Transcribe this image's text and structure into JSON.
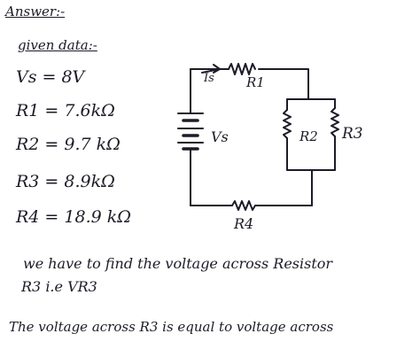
{
  "header": {
    "title": "Answer:-",
    "subtitle": "given data:-"
  },
  "given_data": [
    {
      "id": "vs",
      "text": "Vs = 8V"
    },
    {
      "id": "r1",
      "text": "R1 = 7.6kΩ"
    },
    {
      "id": "r2",
      "text": "R2 = 9.7 kΩ"
    },
    {
      "id": "r3",
      "text": "R3 = 8.9kΩ"
    },
    {
      "id": "r4",
      "text": "R4 = 18.9 kΩ"
    }
  ],
  "circuit": {
    "labels": {
      "is": "Is",
      "r1": "R1",
      "vs": "Vs",
      "r2": "R2",
      "r3": "R3",
      "r4": "R4"
    }
  },
  "body": {
    "line1": "we have to find the voltage across Resistor",
    "line2": "R3 i.e VR3",
    "line3": "The voltage across R3 is equal to voltage across"
  },
  "colors": {
    "ink": "#1c1c28",
    "paper": "#ffffff"
  }
}
